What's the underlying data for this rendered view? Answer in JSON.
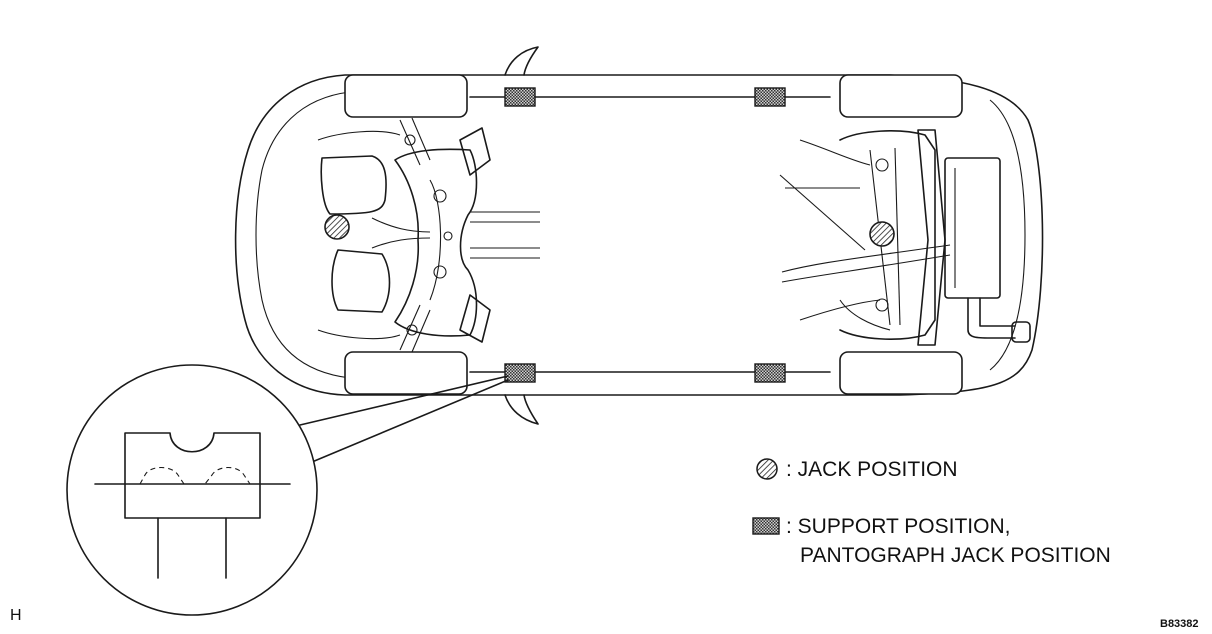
{
  "legend": {
    "jack_label": ": JACK POSITION",
    "support_label_line1": ": SUPPORT POSITION,",
    "support_label_line2": "PANTOGRAPH JACK POSITION"
  },
  "corner_mark": "H",
  "figure_code": "B83382",
  "colors": {
    "line": "#1a1a1a",
    "background": "#ffffff"
  }
}
